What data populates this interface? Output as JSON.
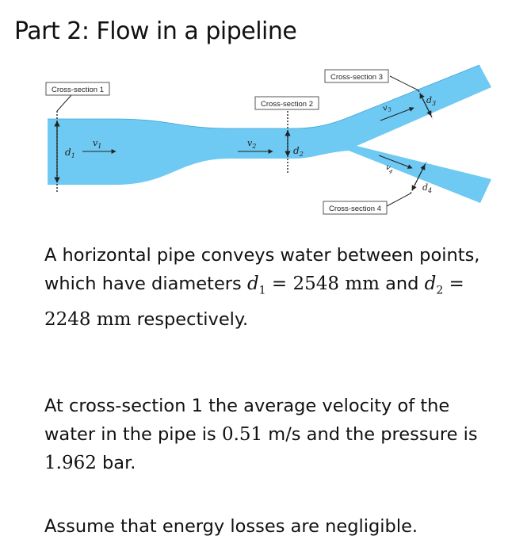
{
  "title": "Part 2: Flow in a pipeline",
  "figure": {
    "pipe_color": "#6ec9f3",
    "labels": {
      "cs1": "Cross-section 1",
      "cs2": "Cross-section 2",
      "cs3": "Cross-section 3",
      "cs4": "Cross-section 4",
      "d1": "d",
      "d1_sub": "1",
      "d2": "d",
      "d2_sub": "2",
      "d3": "d",
      "d3_sub": "3",
      "d4": "d",
      "d4_sub": "4",
      "v1": "v",
      "v1_sub": "1",
      "v2": "v",
      "v2_sub": "2",
      "v3": "v",
      "v3_sub": "3",
      "v4": "v",
      "v4_sub": "4"
    }
  },
  "text": {
    "p1_a": "A horizontal pipe conveys water between points, which have diameters ",
    "d1_var": "d",
    "d1_sub": "1",
    "d1_eq": " = 2548 mm",
    "and": " and ",
    "d2_var": "d",
    "d2_sub": "2",
    "d2_eq": " = 2248 mm",
    "p1_b": " respectively.",
    "p2_a": "At cross-section 1 the average velocity of the water in the pipe is ",
    "velocity": "0.51",
    "p2_b": " m/s and the pressure is ",
    "pressure": "1.962",
    "p2_c": " bar.",
    "p3": "Assume that energy losses are negligible."
  }
}
